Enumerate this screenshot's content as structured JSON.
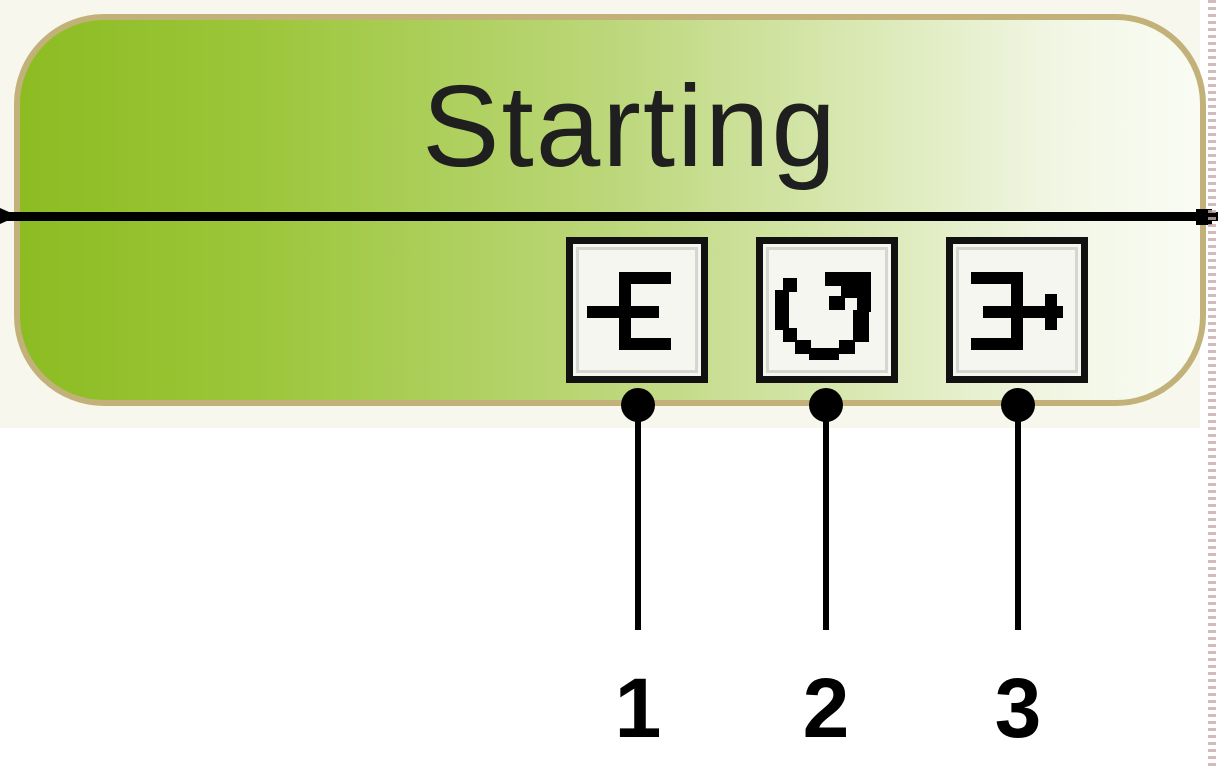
{
  "state": {
    "title": "Starting"
  },
  "actions": [
    {
      "icon": "entry-action-icon"
    },
    {
      "icon": "do-activity-icon"
    },
    {
      "icon": "exit-action-icon"
    }
  ],
  "callouts": [
    {
      "label": "1"
    },
    {
      "label": "2"
    },
    {
      "label": "3"
    }
  ],
  "colors": {
    "state_fill_start": "#8cbc22",
    "state_fill_end": "#fafcf4",
    "state_border": "#c2b27a",
    "ink": "#000000"
  }
}
